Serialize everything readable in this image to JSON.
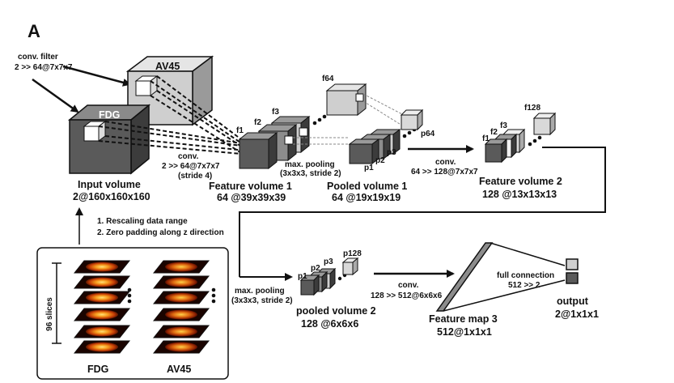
{
  "panel_label": "A",
  "conv_filter": {
    "line1": "conv. filter",
    "line2": "2 >> 64@7x7x7"
  },
  "input_volume": {
    "modalities": {
      "fdg": "FDG",
      "av45": "AV45"
    },
    "title": "Input volume",
    "dims": "2@160x160x160"
  },
  "conv1": {
    "line1": "conv.",
    "line2": "2 >> 64@7x7x7",
    "line3": "(stride 4)"
  },
  "feature_volume_1": {
    "title": "Feature volume 1",
    "dims": "64 @39x39x39",
    "labels": {
      "f1": "f1",
      "f2": "f2",
      "f3": "f3",
      "f64": "f64"
    }
  },
  "pool1": {
    "line1": "max. pooling",
    "line2": "(3x3x3, stride 2)"
  },
  "pooled_volume_1": {
    "title": "Pooled volume 1",
    "dims": "64 @19x19x19",
    "labels": {
      "p1": "p1",
      "p2": "p2",
      "p3": "p3",
      "p64": "p64"
    }
  },
  "conv2": {
    "line1": "conv.",
    "line2": "64 >> 128@7x7x7"
  },
  "feature_volume_2": {
    "title": "Feature volume 2",
    "dims": "128 @13x13x13",
    "labels": {
      "f1": "f1",
      "f2": "f2",
      "f3": "f3",
      "f128": "f128"
    }
  },
  "preprocessing": {
    "step1": "1. Rescaling data range",
    "step2": "2. Zero padding along z direction"
  },
  "slices": {
    "count_label": "96 slices",
    "fdg": "FDG",
    "av45": "AV45"
  },
  "pool2": {
    "line1": "max. pooling",
    "line2": "(3x3x3, stride 2)"
  },
  "pooled_volume_2": {
    "title": "pooled volume 2",
    "dims": "128 @6x6x6",
    "labels": {
      "p1": "p1",
      "p2": "p2",
      "p3": "p3",
      "p128": "p128"
    }
  },
  "conv3": {
    "line1": "conv.",
    "line2": "128 >> 512@6x6x6"
  },
  "feature_map_3": {
    "title": "Feature map 3",
    "dims": "512@1x1x1"
  },
  "full_connection": {
    "line1": "full connection",
    "line2": "512 >> 2"
  },
  "output": {
    "title": "output",
    "dims": "2@1x1x1"
  },
  "colors": {
    "dark_gray": "#5a5a5a",
    "mid_gray": "#8c8c8c",
    "light_gray": "#cfcfcf",
    "line": "#111111",
    "heat_dark": "#2a0700",
    "heat_mid": "#c23a05",
    "heat_hot": "#ffd24a"
  }
}
